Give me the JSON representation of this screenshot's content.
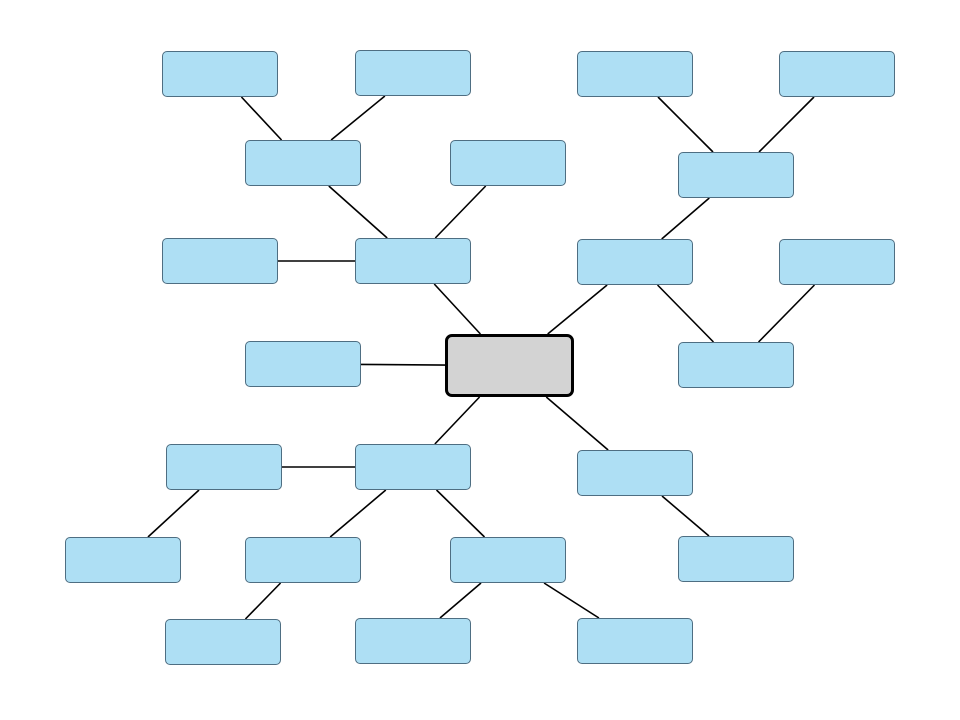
{
  "diagram": {
    "colors": {
      "node_fill": "#aedff4",
      "node_border": "#4e6e82",
      "center_fill": "#d3d3d3",
      "center_border": "#000000",
      "link": "#000000"
    },
    "center": {
      "id": "center",
      "label": ""
    },
    "nodes": [
      {
        "id": "n1",
        "label": ""
      },
      {
        "id": "n2",
        "label": ""
      },
      {
        "id": "n3",
        "label": ""
      },
      {
        "id": "n4",
        "label": ""
      },
      {
        "id": "n5",
        "label": ""
      },
      {
        "id": "n6",
        "label": ""
      },
      {
        "id": "n7",
        "label": ""
      },
      {
        "id": "n8",
        "label": ""
      },
      {
        "id": "n9",
        "label": ""
      },
      {
        "id": "n10",
        "label": ""
      },
      {
        "id": "n11",
        "label": ""
      },
      {
        "id": "n12",
        "label": ""
      },
      {
        "id": "n13",
        "label": ""
      },
      {
        "id": "n14",
        "label": ""
      },
      {
        "id": "n15",
        "label": ""
      },
      {
        "id": "n16",
        "label": ""
      },
      {
        "id": "n17",
        "label": ""
      },
      {
        "id": "n18",
        "label": ""
      },
      {
        "id": "n19",
        "label": ""
      },
      {
        "id": "n20",
        "label": ""
      },
      {
        "id": "n21",
        "label": ""
      },
      {
        "id": "n22",
        "label": ""
      },
      {
        "id": "n23",
        "label": ""
      },
      {
        "id": "n24",
        "label": ""
      }
    ],
    "edges": [
      [
        "n1",
        "n3"
      ],
      [
        "n2",
        "n3"
      ],
      [
        "n3",
        "n6"
      ],
      [
        "n4",
        "n6"
      ],
      [
        "n5",
        "n6"
      ],
      [
        "n6",
        "center"
      ],
      [
        "n7",
        "n9"
      ],
      [
        "n8",
        "n9"
      ],
      [
        "n9",
        "n10"
      ],
      [
        "n10",
        "center"
      ],
      [
        "n10",
        "n12"
      ],
      [
        "n11",
        "n12"
      ],
      [
        "n13",
        "center"
      ],
      [
        "center",
        "n15"
      ],
      [
        "n14",
        "n15"
      ],
      [
        "n14",
        "n16"
      ],
      [
        "n15",
        "n17"
      ],
      [
        "n17",
        "n19"
      ],
      [
        "n15",
        "n18"
      ],
      [
        "n18",
        "n20"
      ],
      [
        "n18",
        "n21"
      ],
      [
        "center",
        "n22"
      ],
      [
        "n22",
        "n23"
      ]
    ]
  }
}
